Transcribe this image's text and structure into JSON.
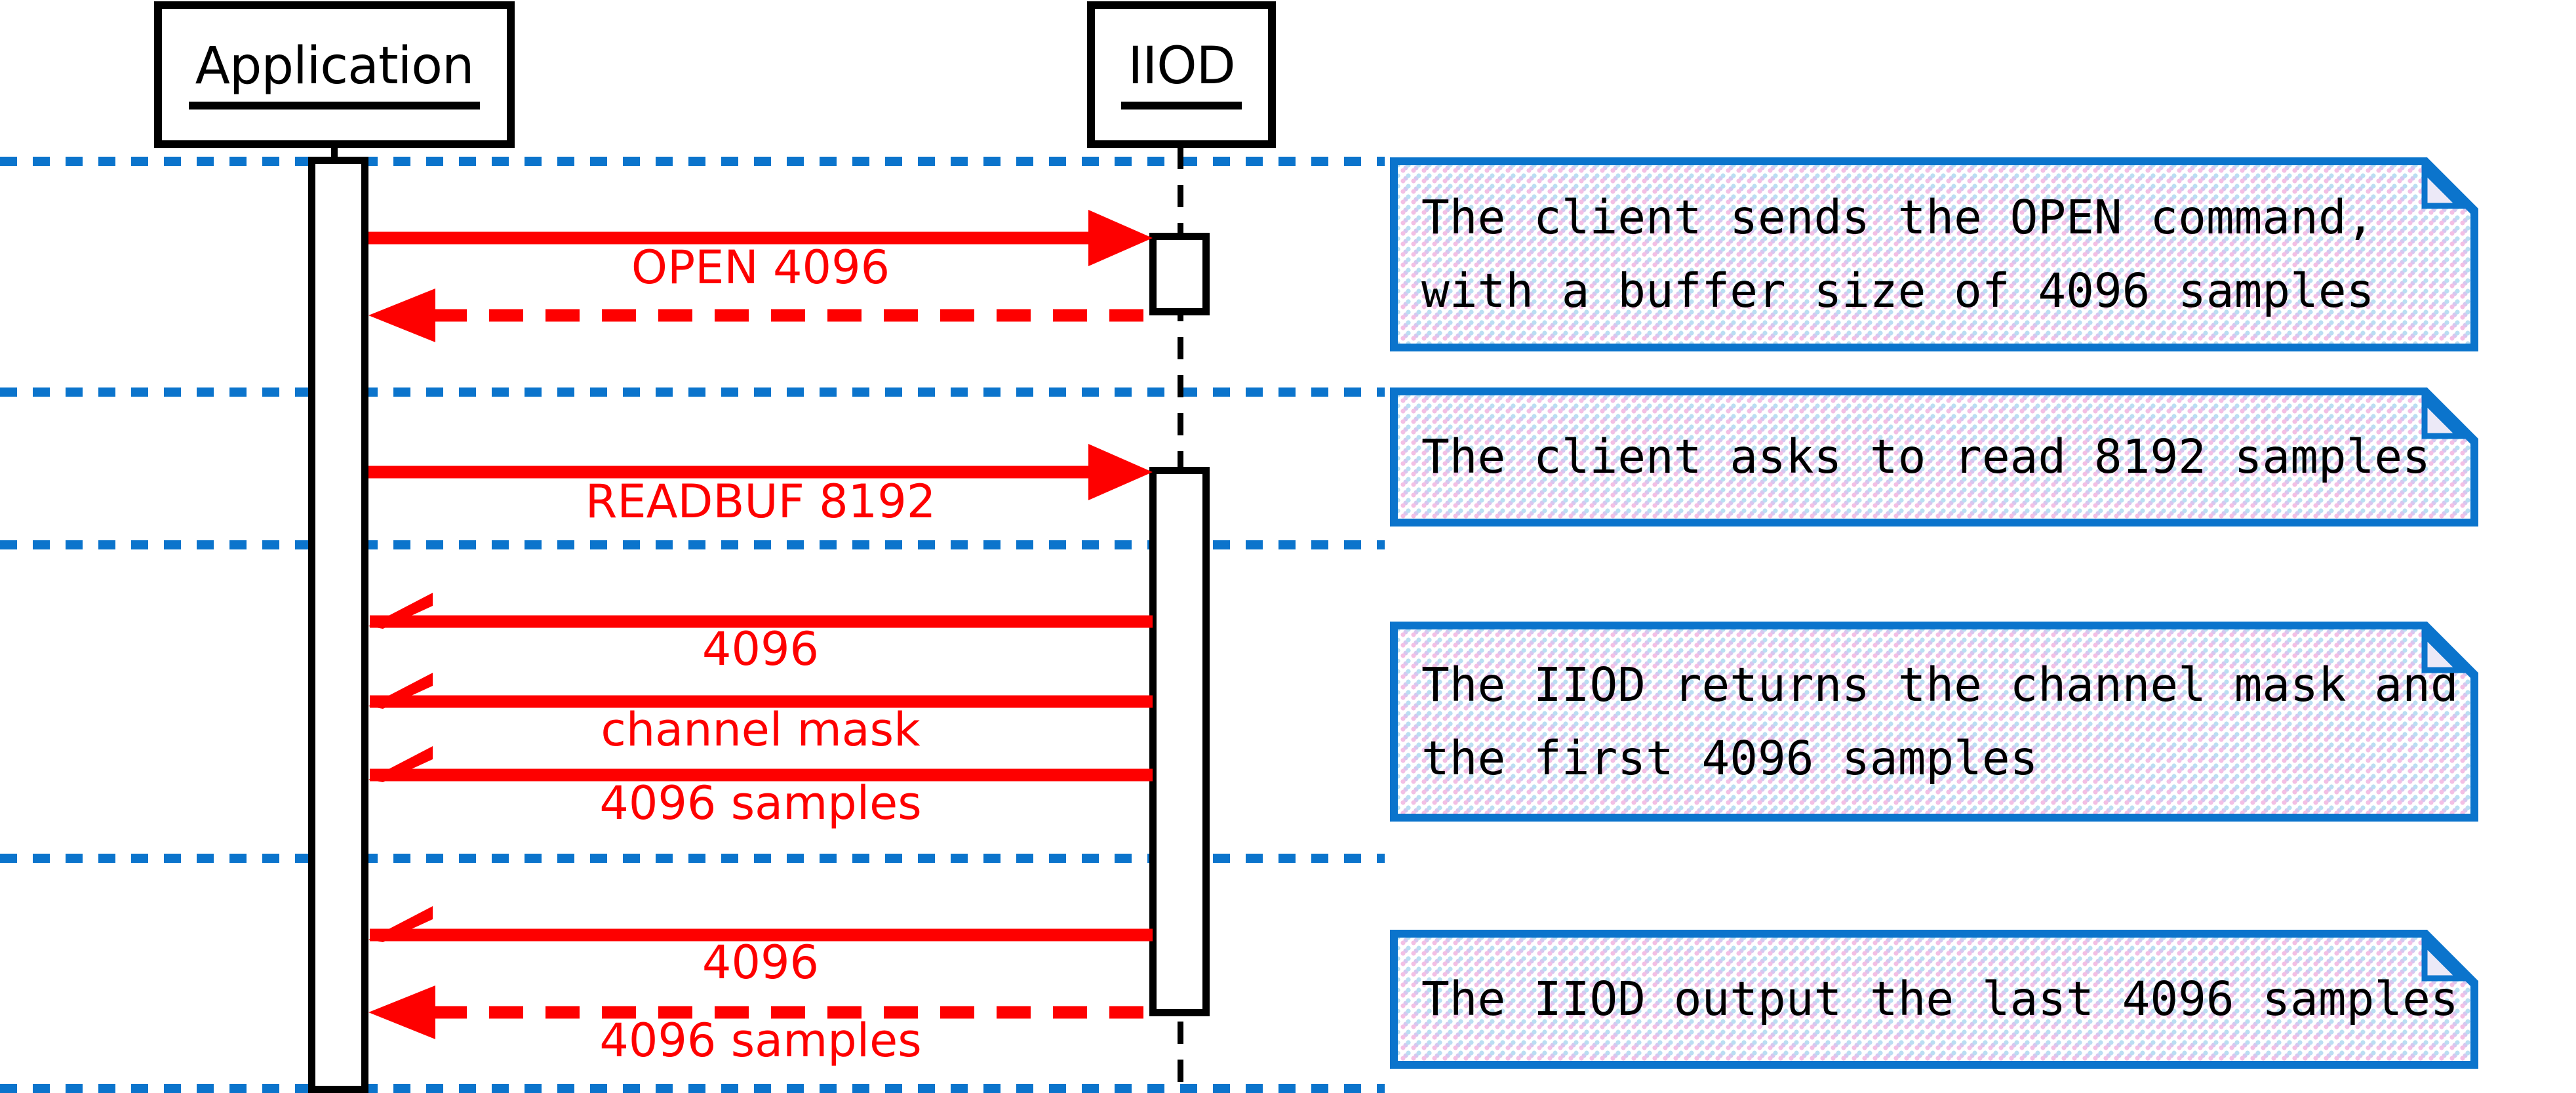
{
  "diagram": {
    "actors": [
      {
        "id": "application",
        "label": "Application"
      },
      {
        "id": "iiod",
        "label": "IIOD"
      }
    ],
    "messages": [
      {
        "from": "Application",
        "to": "IIOD",
        "label": "OPEN 4096",
        "style": "solid"
      },
      {
        "from": "IIOD",
        "to": "Application",
        "label": "",
        "style": "dashed-return"
      },
      {
        "from": "Application",
        "to": "IIOD",
        "label": "READBUF 8192",
        "style": "solid"
      },
      {
        "from": "IIOD",
        "to": "Application",
        "label": "4096",
        "style": "async-open"
      },
      {
        "from": "IIOD",
        "to": "Application",
        "label": "channel mask",
        "style": "async-open"
      },
      {
        "from": "IIOD",
        "to": "Application",
        "label": "4096 samples",
        "style": "async-open"
      },
      {
        "from": "IIOD",
        "to": "Application",
        "label": "4096",
        "style": "async-open"
      },
      {
        "from": "IIOD",
        "to": "Application",
        "label": "4096 samples",
        "style": "dashed-return"
      }
    ],
    "notes": [
      {
        "lines": [
          "The client sends the OPEN command,",
          "with a buffer size of 4096 samples"
        ]
      },
      {
        "lines": [
          "The client asks to read 8192 samples"
        ]
      },
      {
        "lines": [
          "The IIOD returns the channel mask and",
          "the first 4096 samples"
        ]
      },
      {
        "lines": [
          "The IIOD output the last 4096 samples"
        ]
      }
    ],
    "colors": {
      "separator_blue": "#0b74cc",
      "message_red": "#fe0000",
      "note_fill": "#ece9f7",
      "lifeline_black": "#000000"
    }
  }
}
